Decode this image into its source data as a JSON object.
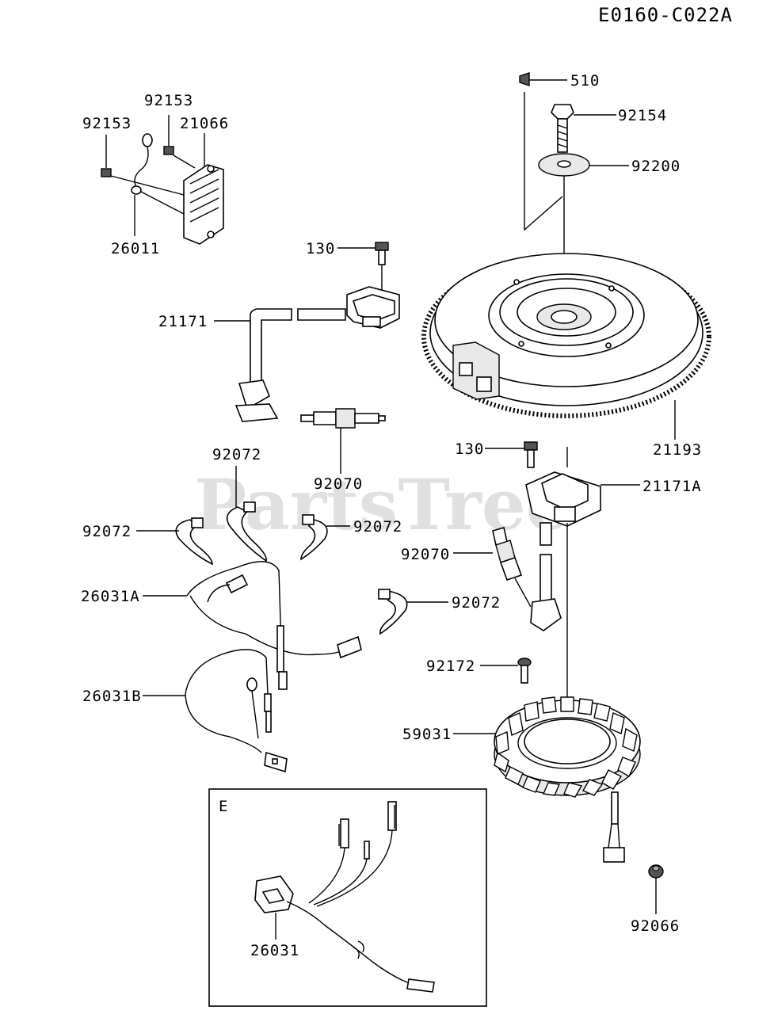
{
  "diagram": {
    "code": "E0160-C022A",
    "watermark": "PartsTree",
    "inset_letter": "E",
    "labels": {
      "l510": "510",
      "l92154": "92154",
      "l92200": "92200",
      "l92153a": "92153",
      "l92153b": "92153",
      "l21066": "21066",
      "l26011": "26011",
      "l130a": "130",
      "l21171": "21171",
      "l92070a": "92070",
      "l21193": "21193",
      "l130b": "130",
      "l21171A": "21171A",
      "l92072a": "92072",
      "l92072b": "92072",
      "l92072c": "92072",
      "l92070b": "92070",
      "l26031A": "26031A",
      "l92072d": "92072",
      "l92172": "92172",
      "l26031B": "26031B",
      "l59031": "59031",
      "l92066": "92066",
      "l26031": "26031"
    }
  }
}
